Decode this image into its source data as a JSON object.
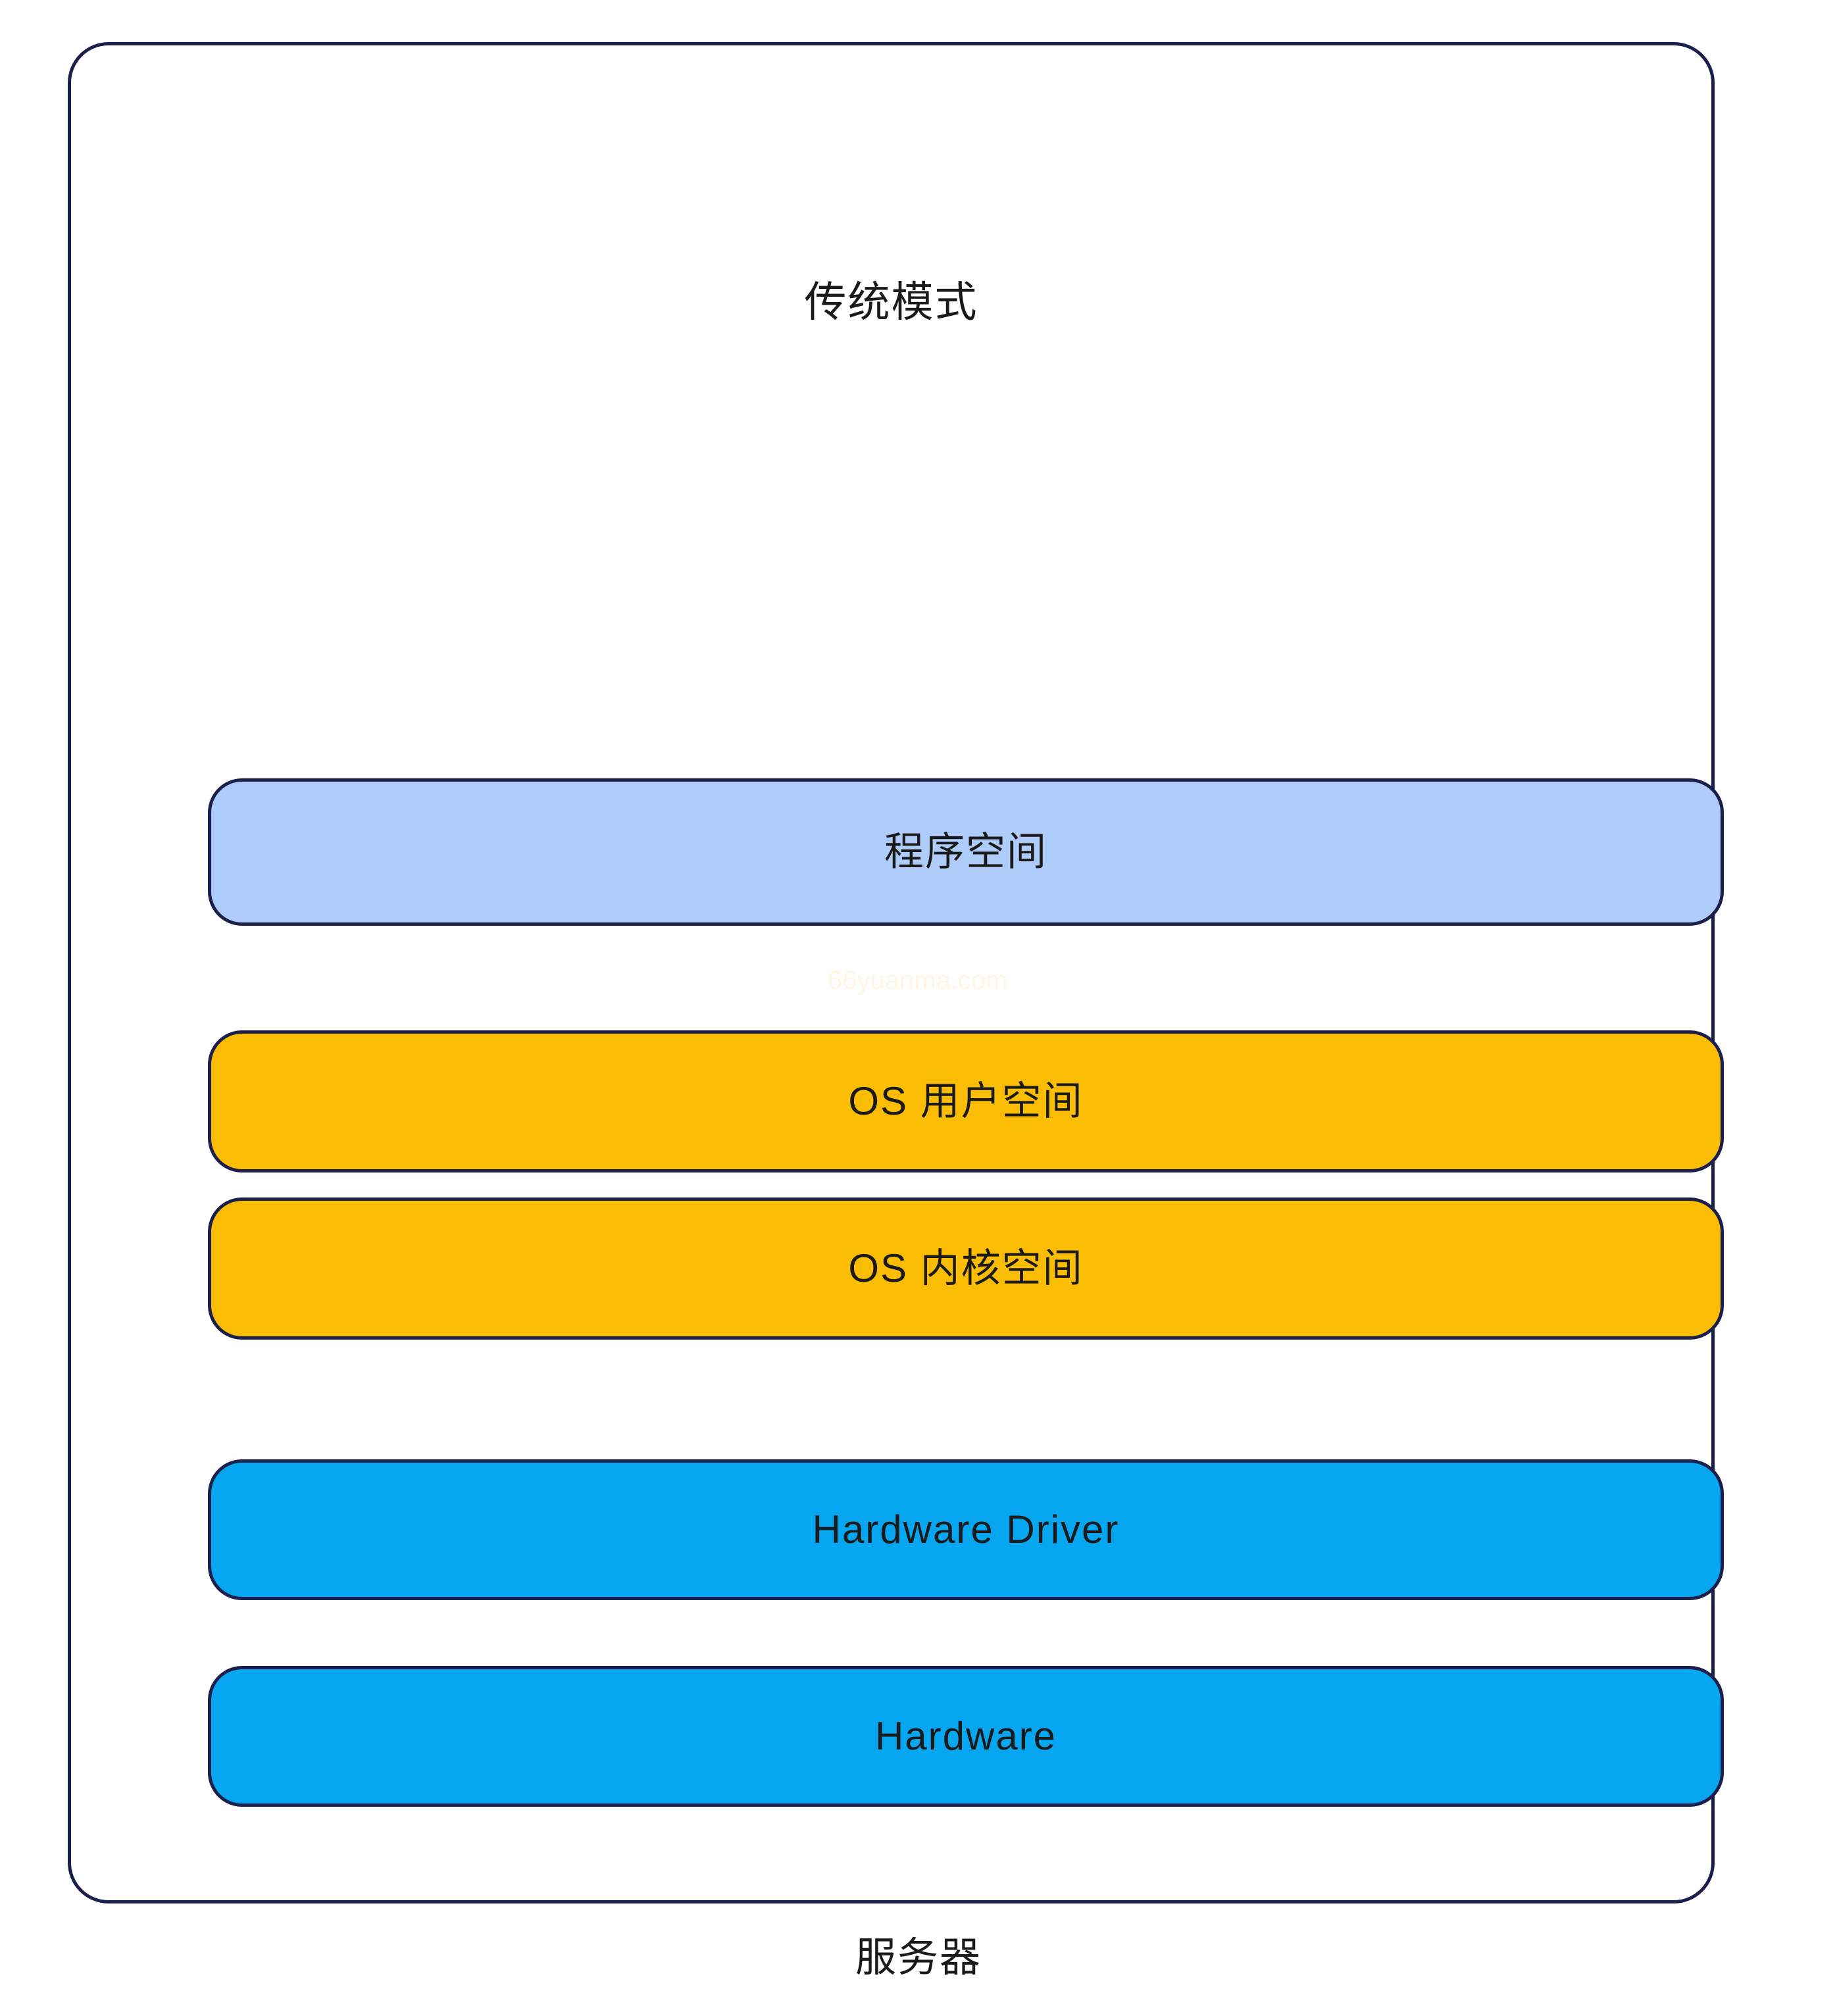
{
  "diagram": {
    "title": "传统模式",
    "bottom_caption": "服务器",
    "watermark": "66yuanma.com",
    "colors": {
      "border": "#1b1f4b",
      "program_space": "#aecbfa",
      "os_space": "#fbbc04",
      "hardware": "#06a7f0",
      "text": "#1a1a1a",
      "watermark": "#fdf6e3",
      "background": "#ffffff"
    },
    "layers": [
      {
        "id": "program-space",
        "label": "程序空间",
        "color": "#aecbfa"
      },
      {
        "id": "os-user-space",
        "label": "OS 用户空间",
        "color": "#fbbc04"
      },
      {
        "id": "os-kernel-space",
        "label": "OS 内核空间",
        "color": "#fbbc04"
      },
      {
        "id": "hardware-driver",
        "label": "Hardware Driver",
        "color": "#06a7f0"
      },
      {
        "id": "hardware",
        "label": "Hardware",
        "color": "#06a7f0"
      }
    ]
  }
}
